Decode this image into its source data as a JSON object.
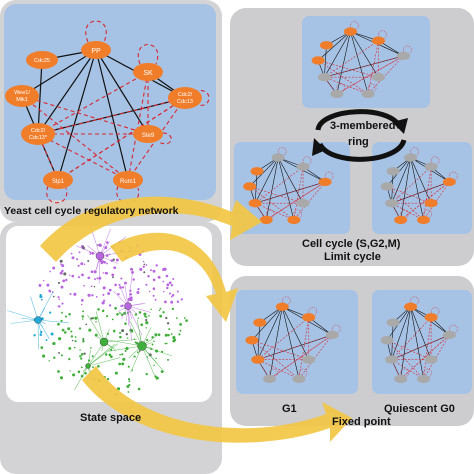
{
  "panels": {
    "network_title": "Yeast cell cycle regulatory network",
    "state_space_title": "State space",
    "limit_cycle_title_line1": "Cell cycle (S,G2,M)",
    "limit_cycle_title_line2": "Limit cycle",
    "ring_label_line1": "3-membered",
    "ring_label_line2": "ring",
    "g1_label": "G1",
    "fixed_point_label": "Fixed point",
    "quiescent_label": "Quiescent G0"
  },
  "network_nodes": [
    {
      "id": "PP",
      "label": "PP"
    },
    {
      "id": "SK",
      "label": "SK"
    },
    {
      "id": "Cdc25",
      "label": "Cdc25"
    },
    {
      "id": "Wee1",
      "label": "Wee1/\nMik1"
    },
    {
      "id": "Cdc2",
      "label": "Cdc2/\nCdc13*"
    },
    {
      "id": "Cdc2b",
      "label": "Cdc2/\nCdc13"
    },
    {
      "id": "Ste9",
      "label": "Ste9"
    },
    {
      "id": "Slp1",
      "label": "Slp1"
    },
    {
      "id": "Rum1",
      "label": "Rum1"
    }
  ],
  "colors": {
    "panel_blue": "#a6c3e6",
    "panel_grey": "#cdcdd0",
    "node_orange": "#f07d2a",
    "node_grey": "#a9a9a9",
    "edge_red": "#d9272e",
    "arrow_yellow": "#f2c744",
    "state_purple": "#b865e0",
    "state_green": "#3fae3a",
    "state_cyan": "#22a8d8"
  }
}
